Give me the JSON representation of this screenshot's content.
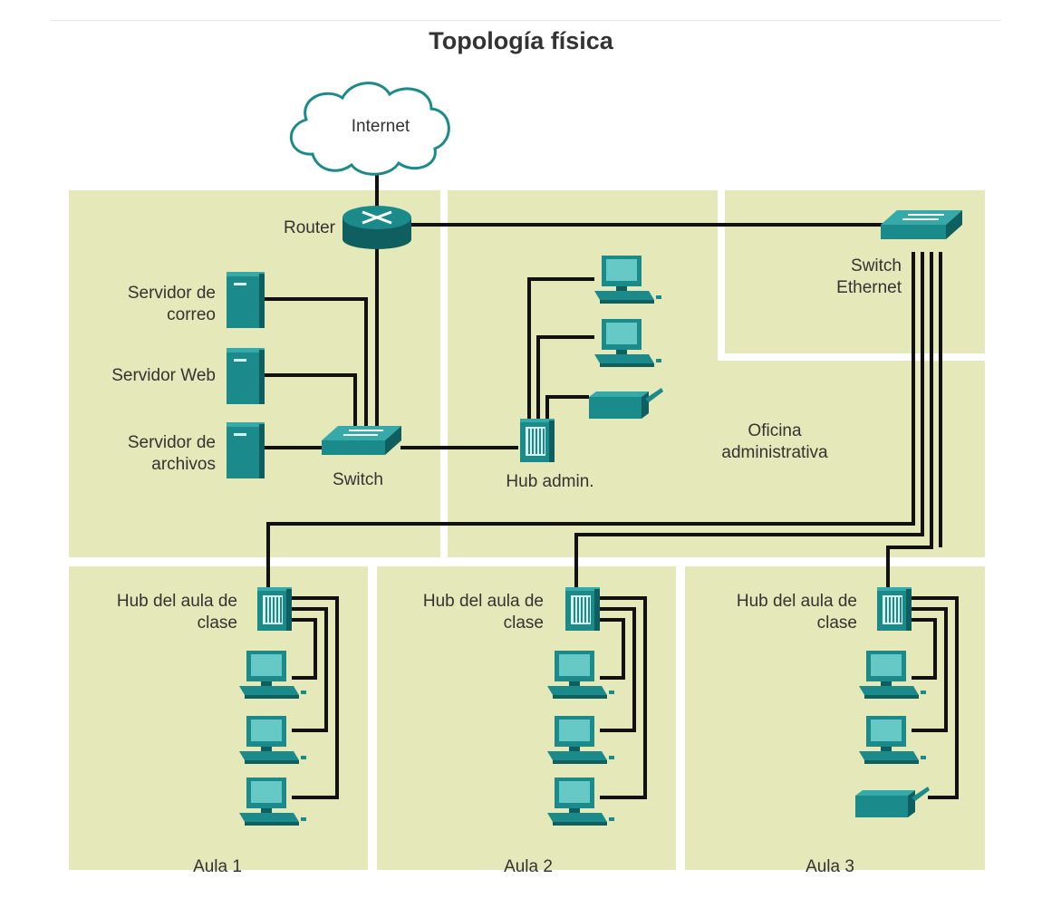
{
  "title": "Topología física",
  "colors": {
    "zone_fill": "#e5e8b8",
    "device": "#1b8a8a",
    "device_dark": "#0f5f60",
    "device_light": "#35aaa8",
    "cable": "#111111"
  },
  "labels": {
    "internet": "Internet",
    "router": "Router",
    "switch_ethernet": "Switch\nEthernet",
    "mail_server": "Servidor de\ncorreo",
    "web_server": "Servidor Web",
    "file_server": "Servidor de\narchivos",
    "switch": "Switch",
    "hub_admin": "Hub admin.",
    "admin_office": "Oficina\nadministrativa",
    "classroom_hub_1": "Hub del aula de\nclase",
    "classroom_hub_2": "Hub del aula de\nclase",
    "classroom_hub_3": "Hub del aula de\nclase",
    "aula_1": "Aula 1",
    "aula_2": "Aula 2",
    "aula_3": "Aula 3"
  }
}
